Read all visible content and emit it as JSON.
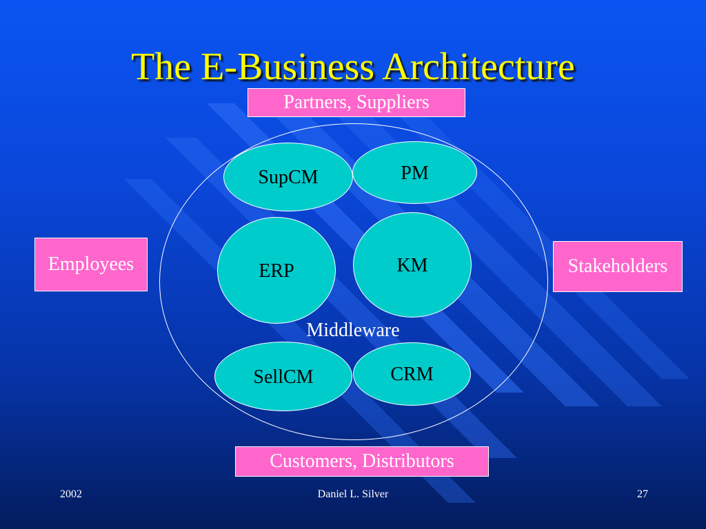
{
  "slide": {
    "title": "The E-Business Architecture"
  },
  "diagram": {
    "outer_labels": {
      "top": "Partners, Suppliers",
      "left": "Employees",
      "right": "Stakeholders",
      "bottom": "Customers, Distributors"
    },
    "center_label": "Middleware",
    "nodes": {
      "supcm": "SupCM",
      "pm": "PM",
      "erp": "ERP",
      "km": "KM",
      "sellcm": "SellCM",
      "crm": "CRM"
    }
  },
  "footer": {
    "year": "2002",
    "author": "Daniel L. Silver",
    "page": "27"
  },
  "colors": {
    "background": "#0a46d8",
    "title": "#ffff00",
    "label_box": "#ff66cc",
    "node_fill": "#00cccc"
  }
}
